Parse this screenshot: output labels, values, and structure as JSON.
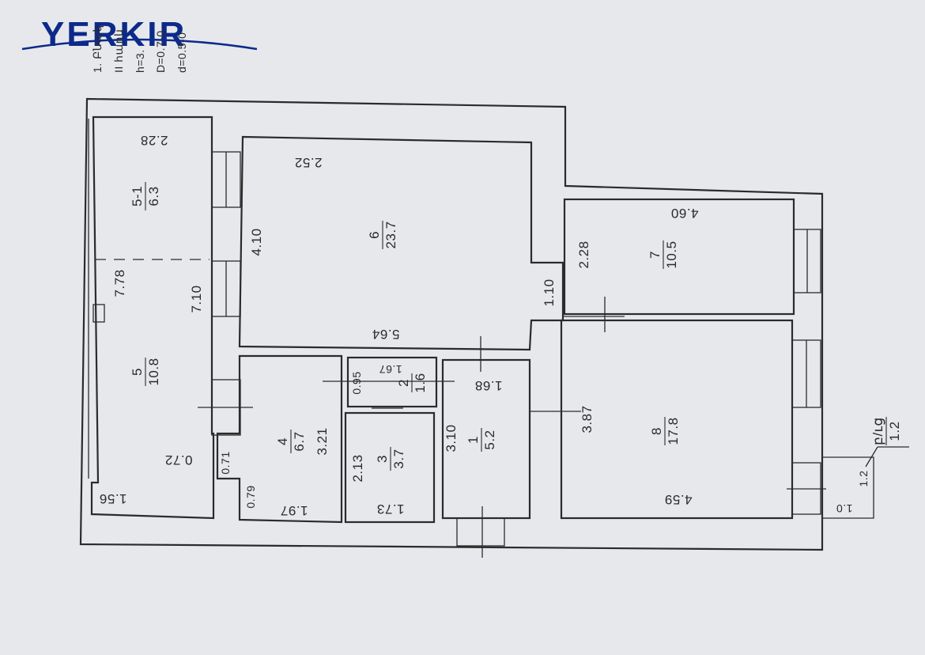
{
  "logo": {
    "text": "YERKIR",
    "color": "#0d2a8a"
  },
  "header_notes": [
    "1. Բնակ",
    "II հարկ",
    "h=3.",
    "D=0.7-0.",
    "d=0.5-0"
  ],
  "rooms": [
    {
      "id": "1",
      "area": "5.2"
    },
    {
      "id": "2",
      "area": "1.6"
    },
    {
      "id": "3",
      "area": "3.7"
    },
    {
      "id": "4",
      "area": "6.7"
    },
    {
      "id": "5",
      "area": "10.8"
    },
    {
      "id": "5-1",
      "area": "6.3"
    },
    {
      "id": "6",
      "area": "23.7"
    },
    {
      "id": "7",
      "area": "10.5"
    },
    {
      "id": "8",
      "area": "17.8"
    }
  ],
  "balcony": {
    "label": "բ/ւց",
    "area": "1.2"
  },
  "dimensions": {
    "r5_top": "2.28",
    "r5_right_upper": "7.78",
    "r5_right_lower": "7.10",
    "r5_bottom": "1.56",
    "r5_corner": "0.72",
    "r6_top": "2.52",
    "r6_left": "4.10",
    "r6_right": "1.10",
    "r6_bottom": "5.64",
    "r7_top": "4.60",
    "r7_left": "2.28",
    "r8_left": "3.87",
    "r8_bottom": "4.59",
    "r2_top": "1.67",
    "r2_left": "0.95",
    "r1_top": "1.68",
    "r1_left": "3.10",
    "r4_right": "3.21",
    "r4_small_a": "0.71",
    "r4_small_b": "0.79",
    "r4_bottom": "1.97",
    "r3_left": "2.13",
    "r3_bottom": "1.73",
    "balcony_side": "1.2",
    "balcony_bottom": "1.0"
  }
}
